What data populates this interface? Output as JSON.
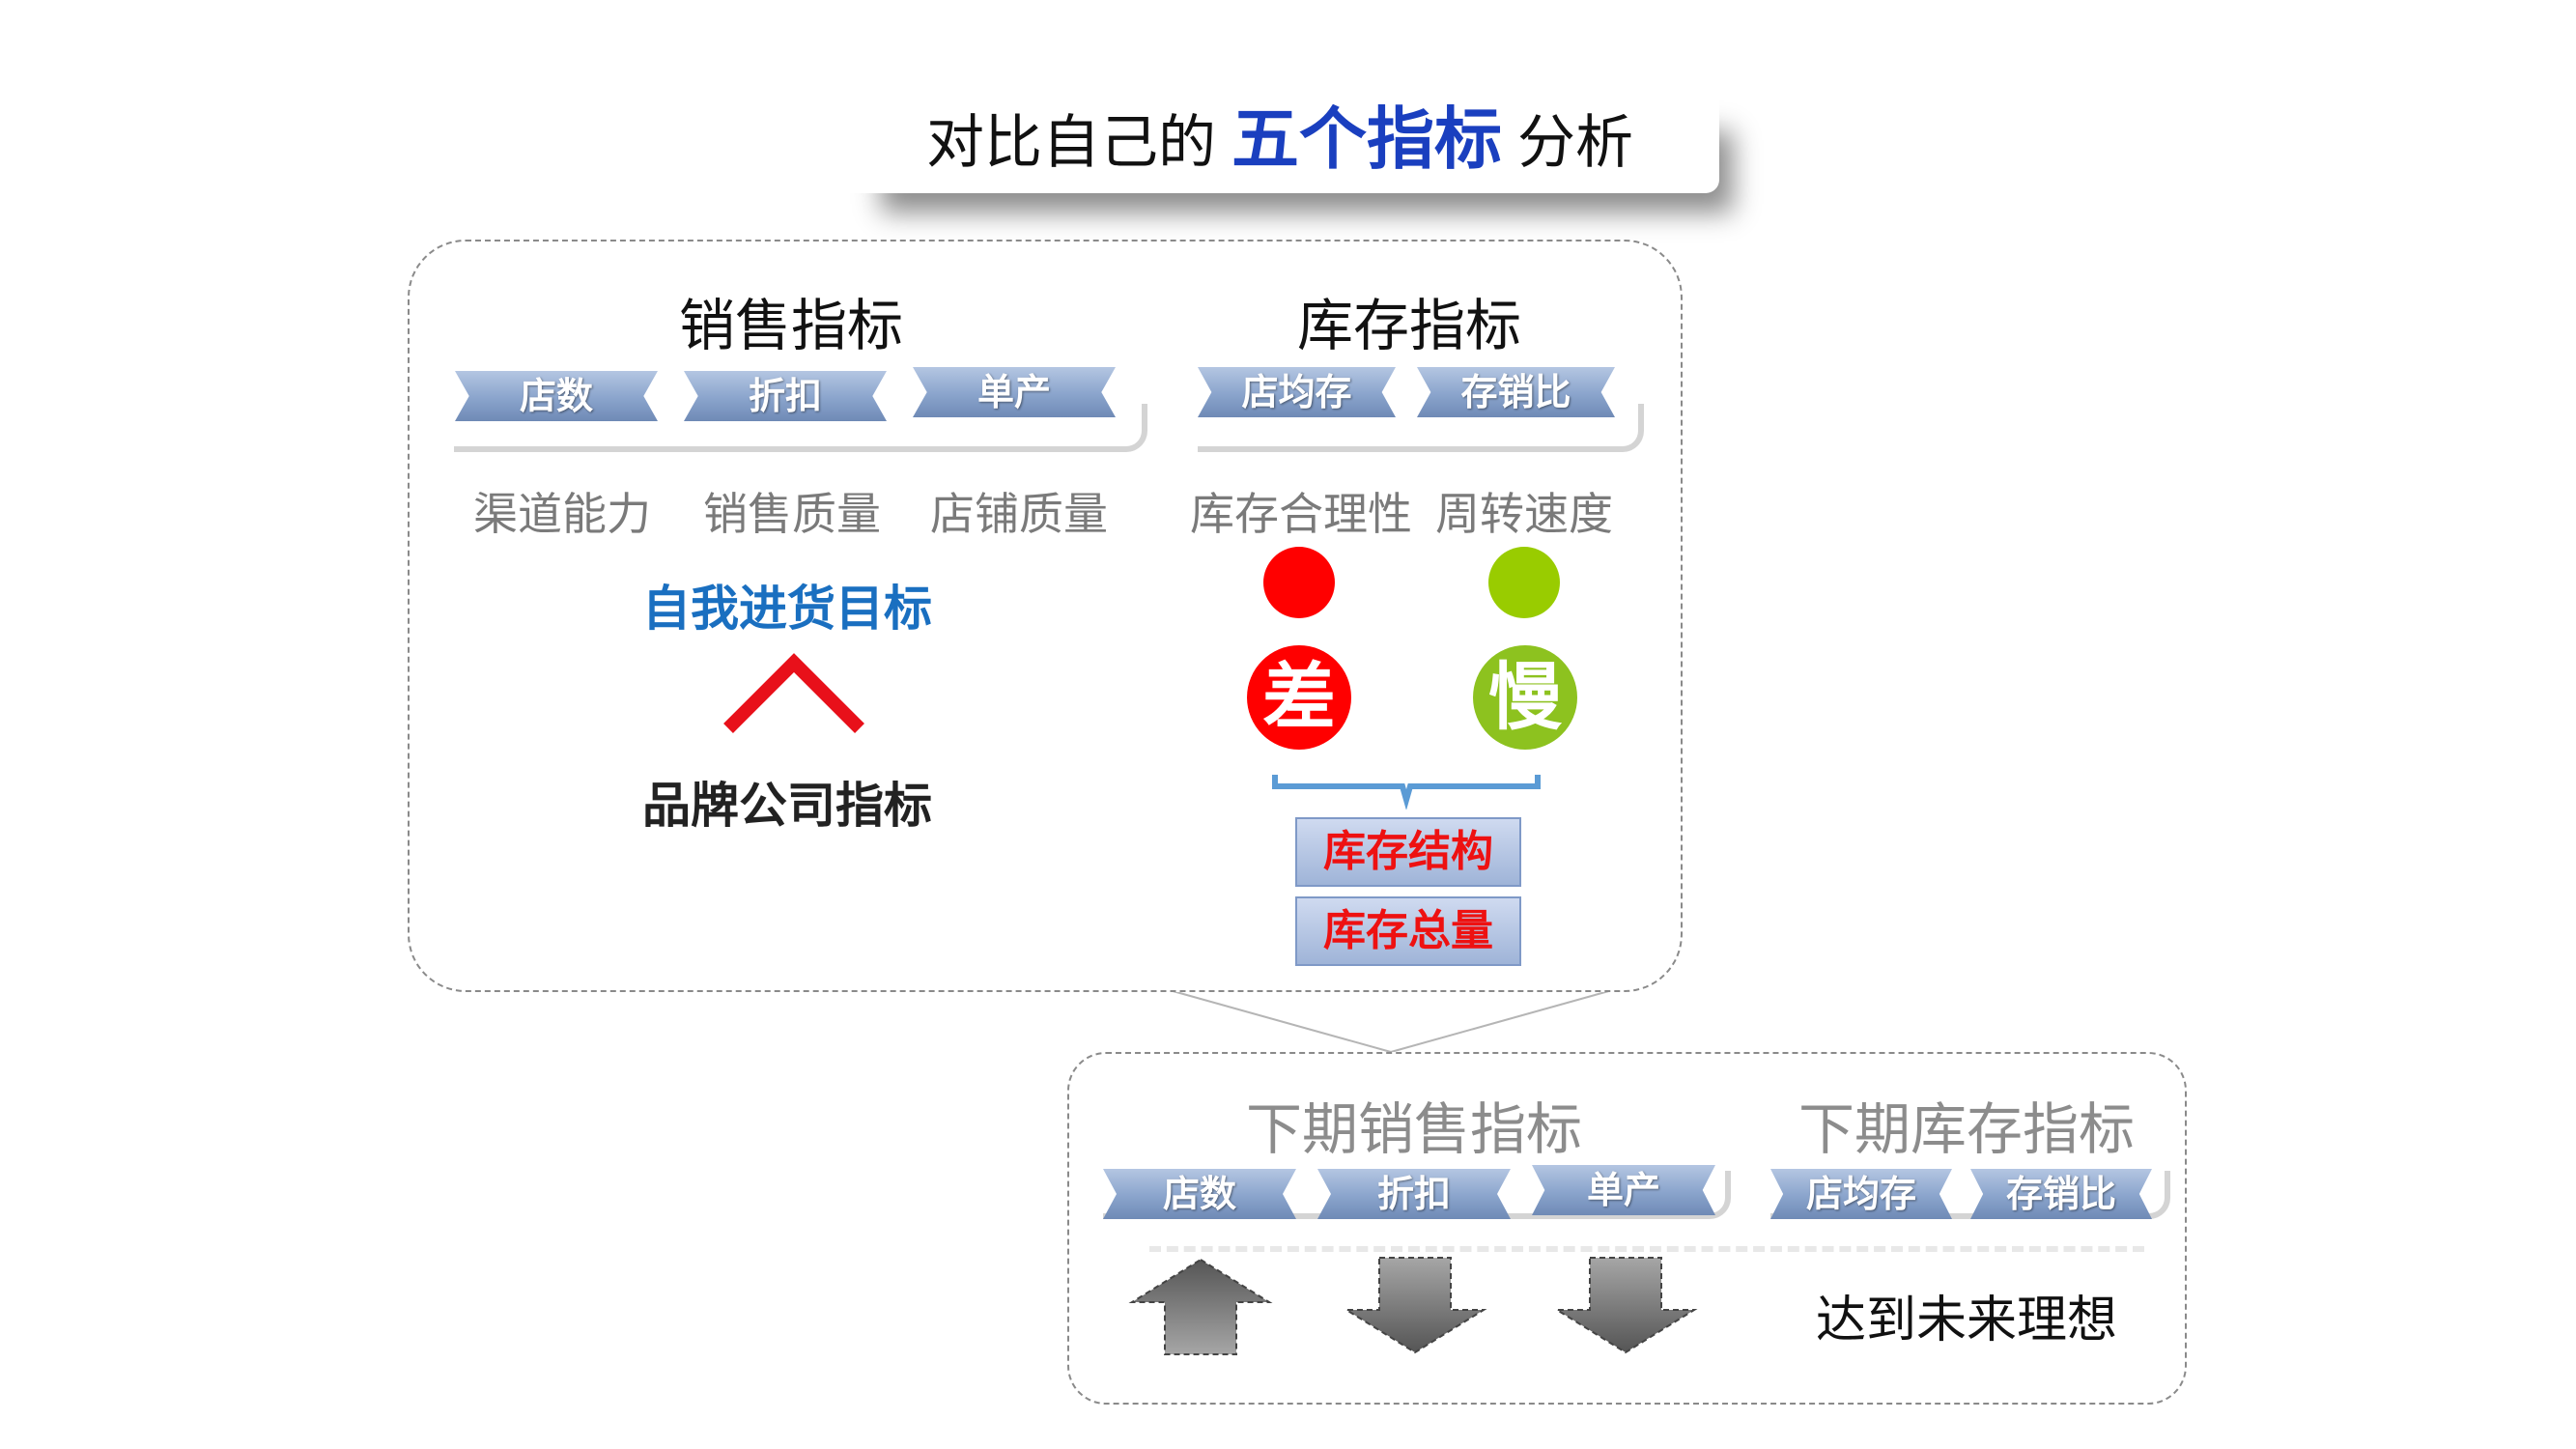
{
  "title": {
    "prefix": "对比自己的",
    "highlight": "五个指标",
    "suffix": "分析"
  },
  "top_panel": {
    "sales": {
      "title": "销售指标",
      "tags": [
        "店数",
        "折扣",
        "单产"
      ],
      "labels": [
        "渠道能力",
        "销售质量",
        "店铺质量"
      ],
      "target": "自我进货目标",
      "base": "品牌公司指标"
    },
    "inventory": {
      "title": "库存指标",
      "tags": [
        "店均存",
        "存销比"
      ],
      "labels": [
        "库存合理性",
        "周转速度"
      ],
      "status": [
        "差",
        "慢"
      ],
      "boxes": [
        "库存结构",
        "库存总量"
      ]
    }
  },
  "bottom_panel": {
    "sales_title": "下期销售指标",
    "inventory_title": "下期库存指标",
    "sales_tags": [
      "店数",
      "折扣",
      "单产"
    ],
    "inventory_tags": [
      "店均存",
      "存销比"
    ],
    "arrows": [
      "up",
      "down",
      "down"
    ],
    "goal": "达到未来理想"
  },
  "colors": {
    "red_dot": "#ff0000",
    "green_dot": "#99cc00",
    "highlight": "#1a3fbf",
    "target_blue": "#1a6fc0"
  }
}
